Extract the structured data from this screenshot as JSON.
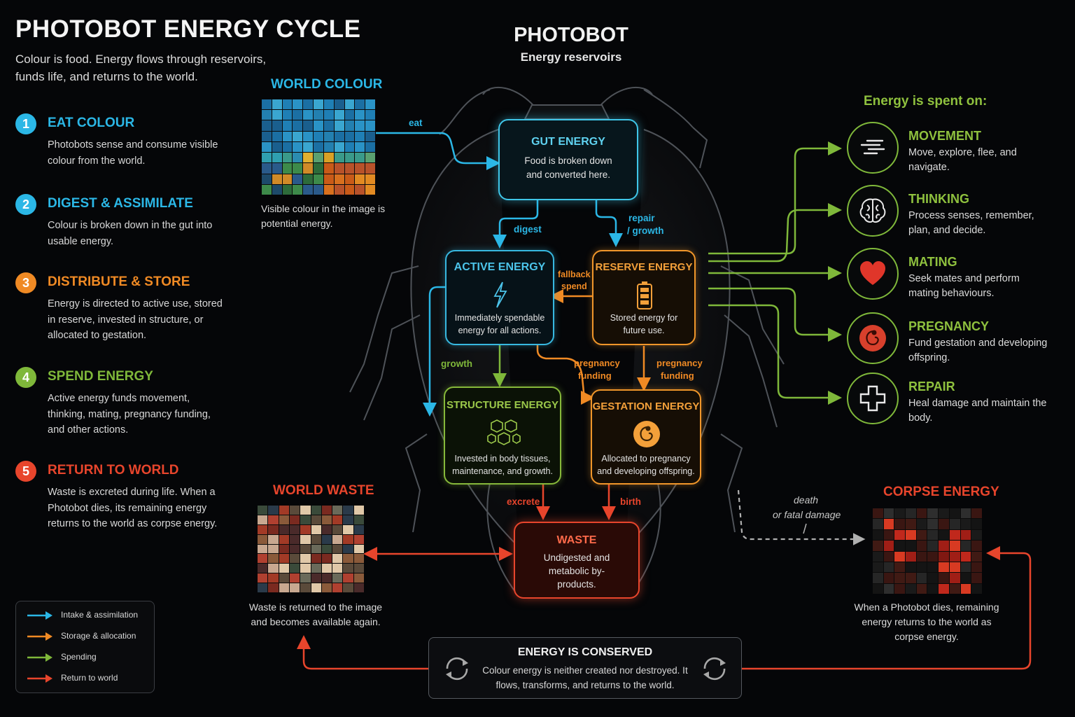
{
  "header": {
    "title": "PHOTOBOT ENERGY CYCLE",
    "subtitle": "Colour is food. Energy flows through reservoirs, funds life, and returns to the world."
  },
  "steps": [
    {
      "num": "1",
      "title": "EAT COLOUR",
      "body": "Photobots sense and consume visible colour from the world.",
      "color": "#2bb7e6"
    },
    {
      "num": "2",
      "title": "DIGEST & ASSIMILATE",
      "body": "Colour is broken down in the gut into usable energy.",
      "color": "#2bb7e6"
    },
    {
      "num": "3",
      "title": "DISTRIBUTE & STORE",
      "body": "Energy is directed to active use, stored in reserve, invested in structure, or allocated to gestation.",
      "color": "#f08a24"
    },
    {
      "num": "4",
      "title": "SPEND ENERGY",
      "body": "Active energy funds movement, thinking, mating, pregnancy funding, and other actions.",
      "color": "#7fb83a"
    },
    {
      "num": "5",
      "title": "RETURN TO WORLD",
      "body": "Waste is excreted during life. When a Photobot dies, its remaining energy returns to the world as corpse energy.",
      "color": "#e8452c"
    }
  ],
  "legend": [
    {
      "label": "Intake & assimilation",
      "color": "#2bb7e6"
    },
    {
      "label": "Storage & allocation",
      "color": "#f08a24"
    },
    {
      "label": "Spending",
      "color": "#7fb83a"
    },
    {
      "label": "Return to world",
      "color": "#e8452c"
    }
  ],
  "center": {
    "title": "PHOTOBOT",
    "subtitle": "Energy reservoirs"
  },
  "world_colour": {
    "title": "WORLD COLOUR",
    "caption": "Visible colour in the image is potential energy."
  },
  "world_waste": {
    "title": "WORLD WASTE",
    "caption": "Waste is returned to the image and becomes available again."
  },
  "corpse": {
    "title": "CORPSE ENERGY",
    "caption": "When a Photobot dies, remaining energy returns to the world as corpse energy."
  },
  "nodes": {
    "gut": {
      "title": "GUT ENERGY",
      "desc": "Food is broken down and converted here."
    },
    "active": {
      "title": "ACTIVE ENERGY",
      "desc": "Immediately spendable energy for all actions."
    },
    "reserve": {
      "title": "RESERVE ENERGY",
      "desc": "Stored energy for future use."
    },
    "structure": {
      "title": "STRUCTURE ENERGY",
      "desc": "Invested in body tissues, maintenance, and growth."
    },
    "gestation": {
      "title": "GESTATION ENERGY",
      "desc": "Allocated to pregnancy and developing offspring."
    },
    "waste": {
      "title": "WASTE",
      "desc": "Undigested and metabolic by-products."
    }
  },
  "flow_labels": {
    "eat": "eat",
    "digest": "digest",
    "repair_growth_1": "repair",
    "repair_growth_2": "/ growth",
    "fallback_1": "fallback",
    "fallback_2": "spend",
    "growth": "growth",
    "pregnancy_a1": "pregnancy",
    "pregnancy_a2": "funding",
    "pregnancy_b1": "pregnancy",
    "pregnancy_b2": "funding",
    "excrete": "excrete",
    "birth": "birth",
    "death_1": "death",
    "death_2": "or fatal damage"
  },
  "spend": {
    "title": "Energy is spent on:",
    "items": [
      {
        "title": "MOVEMENT",
        "desc": "Move, explore, flee, and navigate.",
        "icon": "movement-icon"
      },
      {
        "title": "THINKING",
        "desc": "Process senses, remember, plan, and decide.",
        "icon": "brain-icon"
      },
      {
        "title": "MATING",
        "desc": "Seek mates and perform mating behaviours.",
        "icon": "heart-icon"
      },
      {
        "title": "PREGNANCY",
        "desc": "Fund gestation and developing offspring.",
        "icon": "embryo-icon"
      },
      {
        "title": "REPAIR",
        "desc": "Heal damage and maintain the body.",
        "icon": "cross-icon"
      }
    ]
  },
  "conserved": {
    "title": "ENERGY IS CONSERVED",
    "desc": "Colour energy is neither created nor destroyed. It flows, transforms, and returns to the world."
  },
  "colors": {
    "intake": "#2bb7e6",
    "storage": "#f08a24",
    "spending": "#7fb83a",
    "return": "#e8452c",
    "gut": "#3fc6e8",
    "active": "#37b8e0",
    "reserve": "#f0962a",
    "structure": "#86b83a",
    "gestation": "#f0962a",
    "waste": "#e8452c"
  }
}
